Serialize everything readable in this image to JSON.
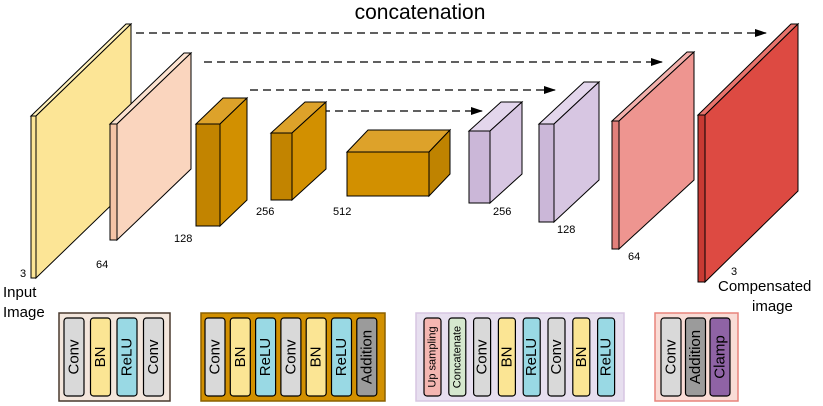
{
  "title": "concatenation",
  "layer_labels": {
    "input_channels": "3",
    "enc1": "64",
    "enc2": "128",
    "enc3": "256",
    "bottleneck": "512",
    "dec3": "256",
    "dec2": "128",
    "dec1": "64",
    "output_channels": "3"
  },
  "input_label": [
    "Input",
    "Image"
  ],
  "output_label": [
    "Compensated",
    "image"
  ],
  "colors": {
    "input": "#FCE596",
    "enc1": "#FAD5BE",
    "encoder": "#D29000",
    "decoder": "#D7C6E2",
    "dec_final": "#EE9590",
    "output": "#DD4A42",
    "conv_block": "#D9D9D9",
    "bn_block": "#FBE594",
    "relu_block": "#99D9E4",
    "addition_block": "#9B9B9B",
    "upsampling_block": "#F4B6B1",
    "concatenate_block": "#D5E8CE",
    "clamp_block": "#8F63A5"
  },
  "legend_groups": [
    {
      "name": "block-group-initial",
      "blocks": [
        {
          "label": "Conv",
          "kind": "conv"
        },
        {
          "label": "BN",
          "kind": "bn"
        },
        {
          "label": "ReLU",
          "kind": "relu"
        },
        {
          "label": "Conv",
          "kind": "conv"
        }
      ]
    },
    {
      "name": "block-group-encoder",
      "blocks": [
        {
          "label": "Conv",
          "kind": "conv"
        },
        {
          "label": "BN",
          "kind": "bn"
        },
        {
          "label": "ReLU",
          "kind": "relu"
        },
        {
          "label": "Conv",
          "kind": "conv"
        },
        {
          "label": "BN",
          "kind": "bn"
        },
        {
          "label": "ReLU",
          "kind": "relu"
        },
        {
          "label": "Addition",
          "kind": "addition"
        }
      ]
    },
    {
      "name": "block-group-decoder",
      "blocks": [
        {
          "label": "Up sampling",
          "kind": "upsampling"
        },
        {
          "label": "Concatenate",
          "kind": "concatenate"
        },
        {
          "label": "Conv",
          "kind": "conv"
        },
        {
          "label": "BN",
          "kind": "bn"
        },
        {
          "label": "ReLU",
          "kind": "relu"
        },
        {
          "label": "Conv",
          "kind": "conv"
        },
        {
          "label": "BN",
          "kind": "bn"
        },
        {
          "label": "ReLU",
          "kind": "relu"
        }
      ]
    },
    {
      "name": "block-group-output",
      "blocks": [
        {
          "label": "Conv",
          "kind": "conv"
        },
        {
          "label": "Addition",
          "kind": "addition"
        },
        {
          "label": "Clamp",
          "kind": "clamp"
        }
      ]
    }
  ]
}
